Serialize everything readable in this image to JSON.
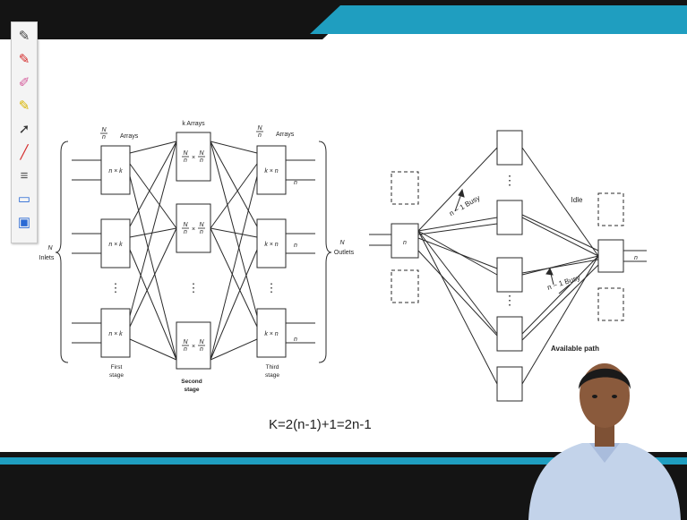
{
  "toolbar": {
    "tools": [
      {
        "name": "pen-icon",
        "glyph": "✎",
        "color": "#444444"
      },
      {
        "name": "red-pen-icon",
        "glyph": "✎",
        "color": "#d42a2a"
      },
      {
        "name": "eraser-icon",
        "glyph": "✐",
        "color": "#d45a9a"
      },
      {
        "name": "highlighter-icon",
        "glyph": "✎",
        "color": "#d8b400"
      },
      {
        "name": "pointer-icon",
        "glyph": "➚",
        "color": "#333333"
      },
      {
        "name": "line-icon",
        "glyph": "╱",
        "color": "#d42a2a"
      },
      {
        "name": "menu-icon",
        "glyph": "≡",
        "color": "#555555"
      },
      {
        "name": "screen-icon",
        "glyph": "▭",
        "color": "#2a6ad4"
      },
      {
        "name": "capture-icon",
        "glyph": "▣",
        "color": "#2a6ad4"
      }
    ]
  },
  "left_diagram": {
    "first_stage_header": {
      "num": "N",
      "den": "n",
      "suffix": "Arrays"
    },
    "second_stage_header": "k Arrays",
    "third_stage_header": {
      "num": "N",
      "den": "n",
      "suffix": "Arrays"
    },
    "first_stage_box_label": "n × k",
    "second_stage_box_label": {
      "num": "N",
      "den": "n",
      "mid": "×"
    },
    "third_stage_box_label": "k × n",
    "inlets_n": "N",
    "inlets": "Inlets",
    "outlets_n": "N",
    "outlets": "Outlets",
    "outlet_n": "n",
    "dots": "⋮",
    "first_stage": [
      "First",
      "stage"
    ],
    "second_stage": [
      "Second",
      "stage"
    ],
    "third_stage": [
      "Third",
      "stage"
    ]
  },
  "right_diagram": {
    "input_n": "n",
    "output_n": "n",
    "busy_top": "n − 1 Busy",
    "busy_bottom": "n − 1 Busy",
    "idle": "Idle",
    "available_path": "Available path",
    "dots": "⋮"
  },
  "formula": "K=2(n-1)+1=2n-1",
  "colors": {
    "banner_dark": "#141414",
    "banner_teal": "#1f9ec0",
    "diagram_line": "#2a2a2a",
    "toolbar_bg": "#f4f4f4",
    "shirt": "#c3d3ea",
    "skin": "#8a5a3c"
  }
}
